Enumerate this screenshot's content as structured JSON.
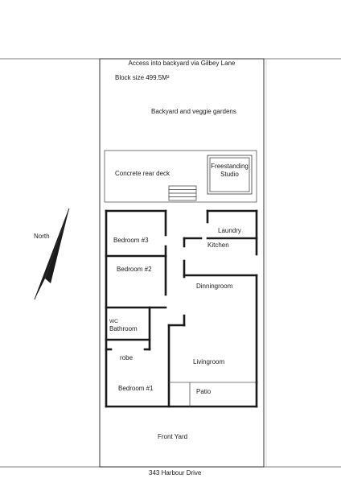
{
  "site": {
    "rear_access": "Access into backyard via Gilbey Lane",
    "block_size": "Block size 499.5M²",
    "backyard": "Backyard and veggie gardens",
    "front_yard": "Front Yard",
    "address": "343 Harbour Drive",
    "north_label": "North"
  },
  "deck": {
    "label": "Concrete rear deck",
    "studio": "Freestanding\nStudio"
  },
  "rooms": {
    "bedroom3": "Bedroom #3",
    "laundry": "Laundry",
    "kitchen": "Kitchen",
    "bedroom2": "Bedroom #2",
    "dining": "Dinningroom",
    "wc": "WC",
    "bathroom": "Bathroom",
    "robe": "robe",
    "living": "Livingroom",
    "bedroom1": "Bedroom #1",
    "patio": "Patio"
  },
  "icons": {
    "north_arrow": "north-arrow-icon",
    "steps": "steps-icon"
  },
  "colors": {
    "line": "#1a1a1a",
    "thin_line": "#555555",
    "background": "#ffffff"
  }
}
